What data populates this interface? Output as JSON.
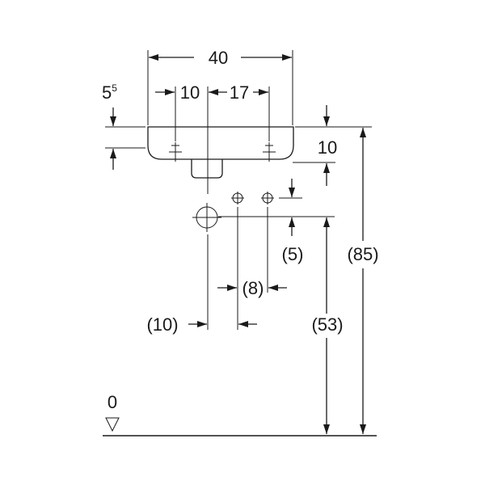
{
  "drawing": {
    "dim_overall_width": "40",
    "dim_tap_left": "10",
    "dim_tap_right": "17",
    "dim_top_offset_main": "5",
    "dim_top_offset_sup": "5",
    "dim_basin_depth": "10",
    "dim_supply_offset": "(5)",
    "dim_supply_spacing": "(8)",
    "dim_waste_offset": "(10)",
    "dim_waste_height": "(53)",
    "dim_total_height": "(85)",
    "floor_level": "0"
  }
}
